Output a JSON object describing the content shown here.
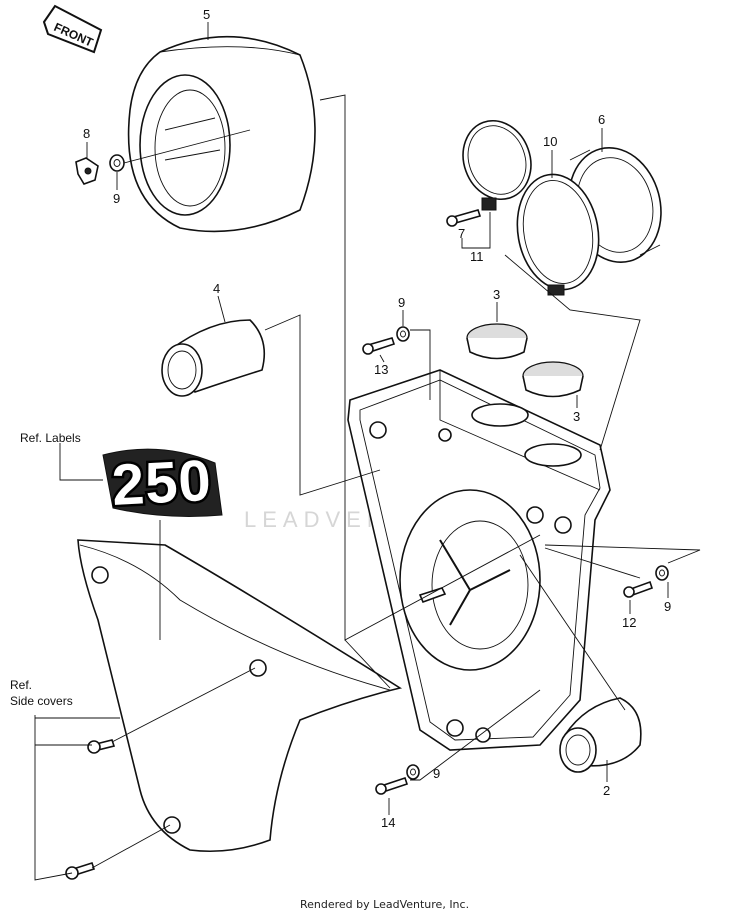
{
  "diagram": {
    "front_label": "FRONT",
    "ref_labels": "Ref. Labels",
    "ref_side_covers_line1": "Ref.",
    "ref_side_covers_line2": "Side covers",
    "decal_text": "250",
    "watermark": "LEADVENTURE",
    "credit": "Rendered by LeadVenture, Inc.",
    "callouts": {
      "c5": "5",
      "c8": "8",
      "c9a": "9",
      "c10": "10",
      "c6": "6",
      "c7": "7",
      "c11": "11",
      "c4": "4",
      "c9b": "9",
      "c13": "13",
      "c3a": "3",
      "c3b": "3",
      "c9c": "9",
      "c12": "12",
      "c2": "2",
      "c9d": "9",
      "c14": "14"
    }
  }
}
